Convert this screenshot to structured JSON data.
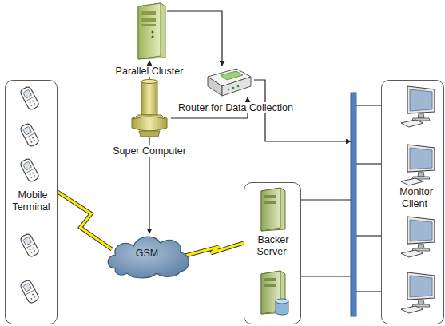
{
  "diagram": {
    "nodes": [
      {
        "text": [
          "Mobile Terminal"
        ]
      },
      {
        "text": [
          "Parallel Cluster"
        ]
      },
      {
        "text": [
          "Router for Data Collection"
        ]
      },
      {
        "text": [
          "Super Computer"
        ]
      },
      {
        "text": [
          "GSM"
        ]
      },
      {
        "text": [
          "Backer Server"
        ]
      },
      {
        "text": [
          "Monitor Client"
        ]
      }
    ],
    "edges": [
      {
        "from": 1,
        "to": 2,
        "arrow": "to"
      },
      {
        "from": 3,
        "to": 1,
        "arrow": "to"
      },
      {
        "from": 3,
        "to": 2,
        "arrow": "to"
      },
      {
        "from": 2,
        "to": 6,
        "arrow": "to"
      },
      {
        "from": 3,
        "to": 4,
        "arrow": "to"
      },
      {
        "from": 0,
        "to": 4,
        "arrow": "none"
      },
      {
        "from": 4,
        "to": 5,
        "arrow": "none"
      },
      {
        "from": 5,
        "to": 6,
        "arrow": "none"
      },
      {
        "from": 5,
        "to": 6,
        "arrow": "none"
      }
    ]
  }
}
